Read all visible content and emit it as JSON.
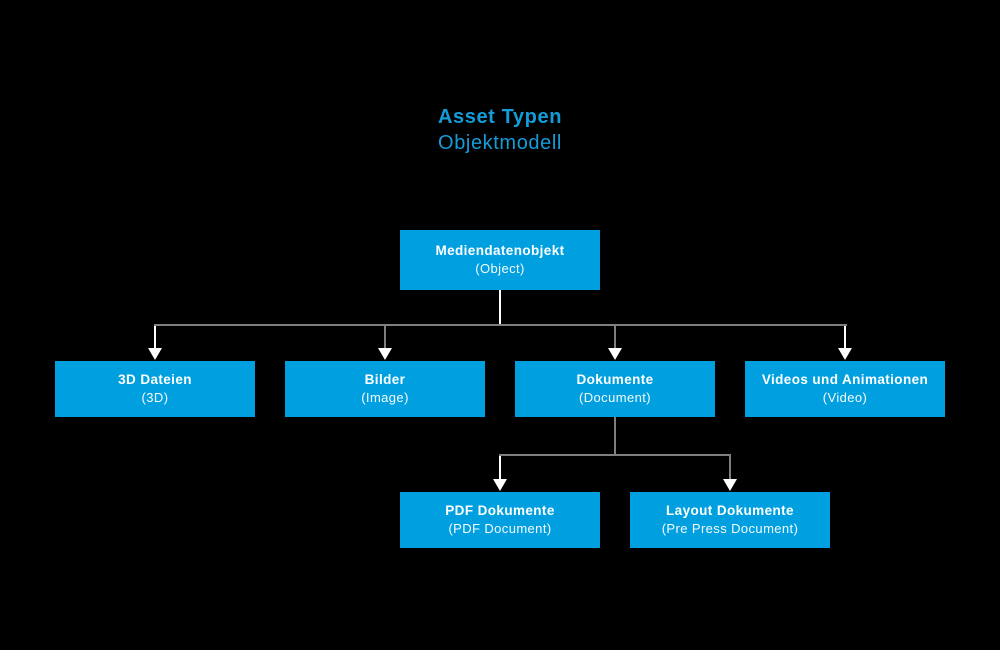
{
  "diagram": {
    "title": "Asset Typen",
    "subtitle": "Objektmodell",
    "colors": {
      "background": "#000000",
      "node_fill": "#00A0E0",
      "title_text": "#149CD8",
      "node_text": "#FFFFFF",
      "connector_gray": "#7F7F7F",
      "connector_white": "#FFFFFF"
    },
    "nodes": {
      "root": {
        "label": "Mediendatenobjekt",
        "sublabel": "(Object)"
      },
      "d3": {
        "label": "3D Dateien",
        "sublabel": "(3D)"
      },
      "bilder": {
        "label": "Bilder",
        "sublabel": "(Image)"
      },
      "dok": {
        "label": "Dokumente",
        "sublabel": "(Document)"
      },
      "videos": {
        "label": "Videos und Animationen",
        "sublabel": "(Video)"
      },
      "pdf": {
        "label": "PDF Dokumente",
        "sublabel": "(PDF Document)"
      },
      "layout": {
        "label": "Layout Dokumente",
        "sublabel": "(Pre Press Document)"
      }
    },
    "edges": [
      "Mediendatenobjekt -> 3D Dateien",
      "Mediendatenobjekt -> Bilder",
      "Mediendatenobjekt -> Dokumente",
      "Mediendatenobjekt -> Videos und Animationen",
      "Dokumente -> PDF Dokumente",
      "Dokumente -> Layout Dokumente"
    ]
  }
}
